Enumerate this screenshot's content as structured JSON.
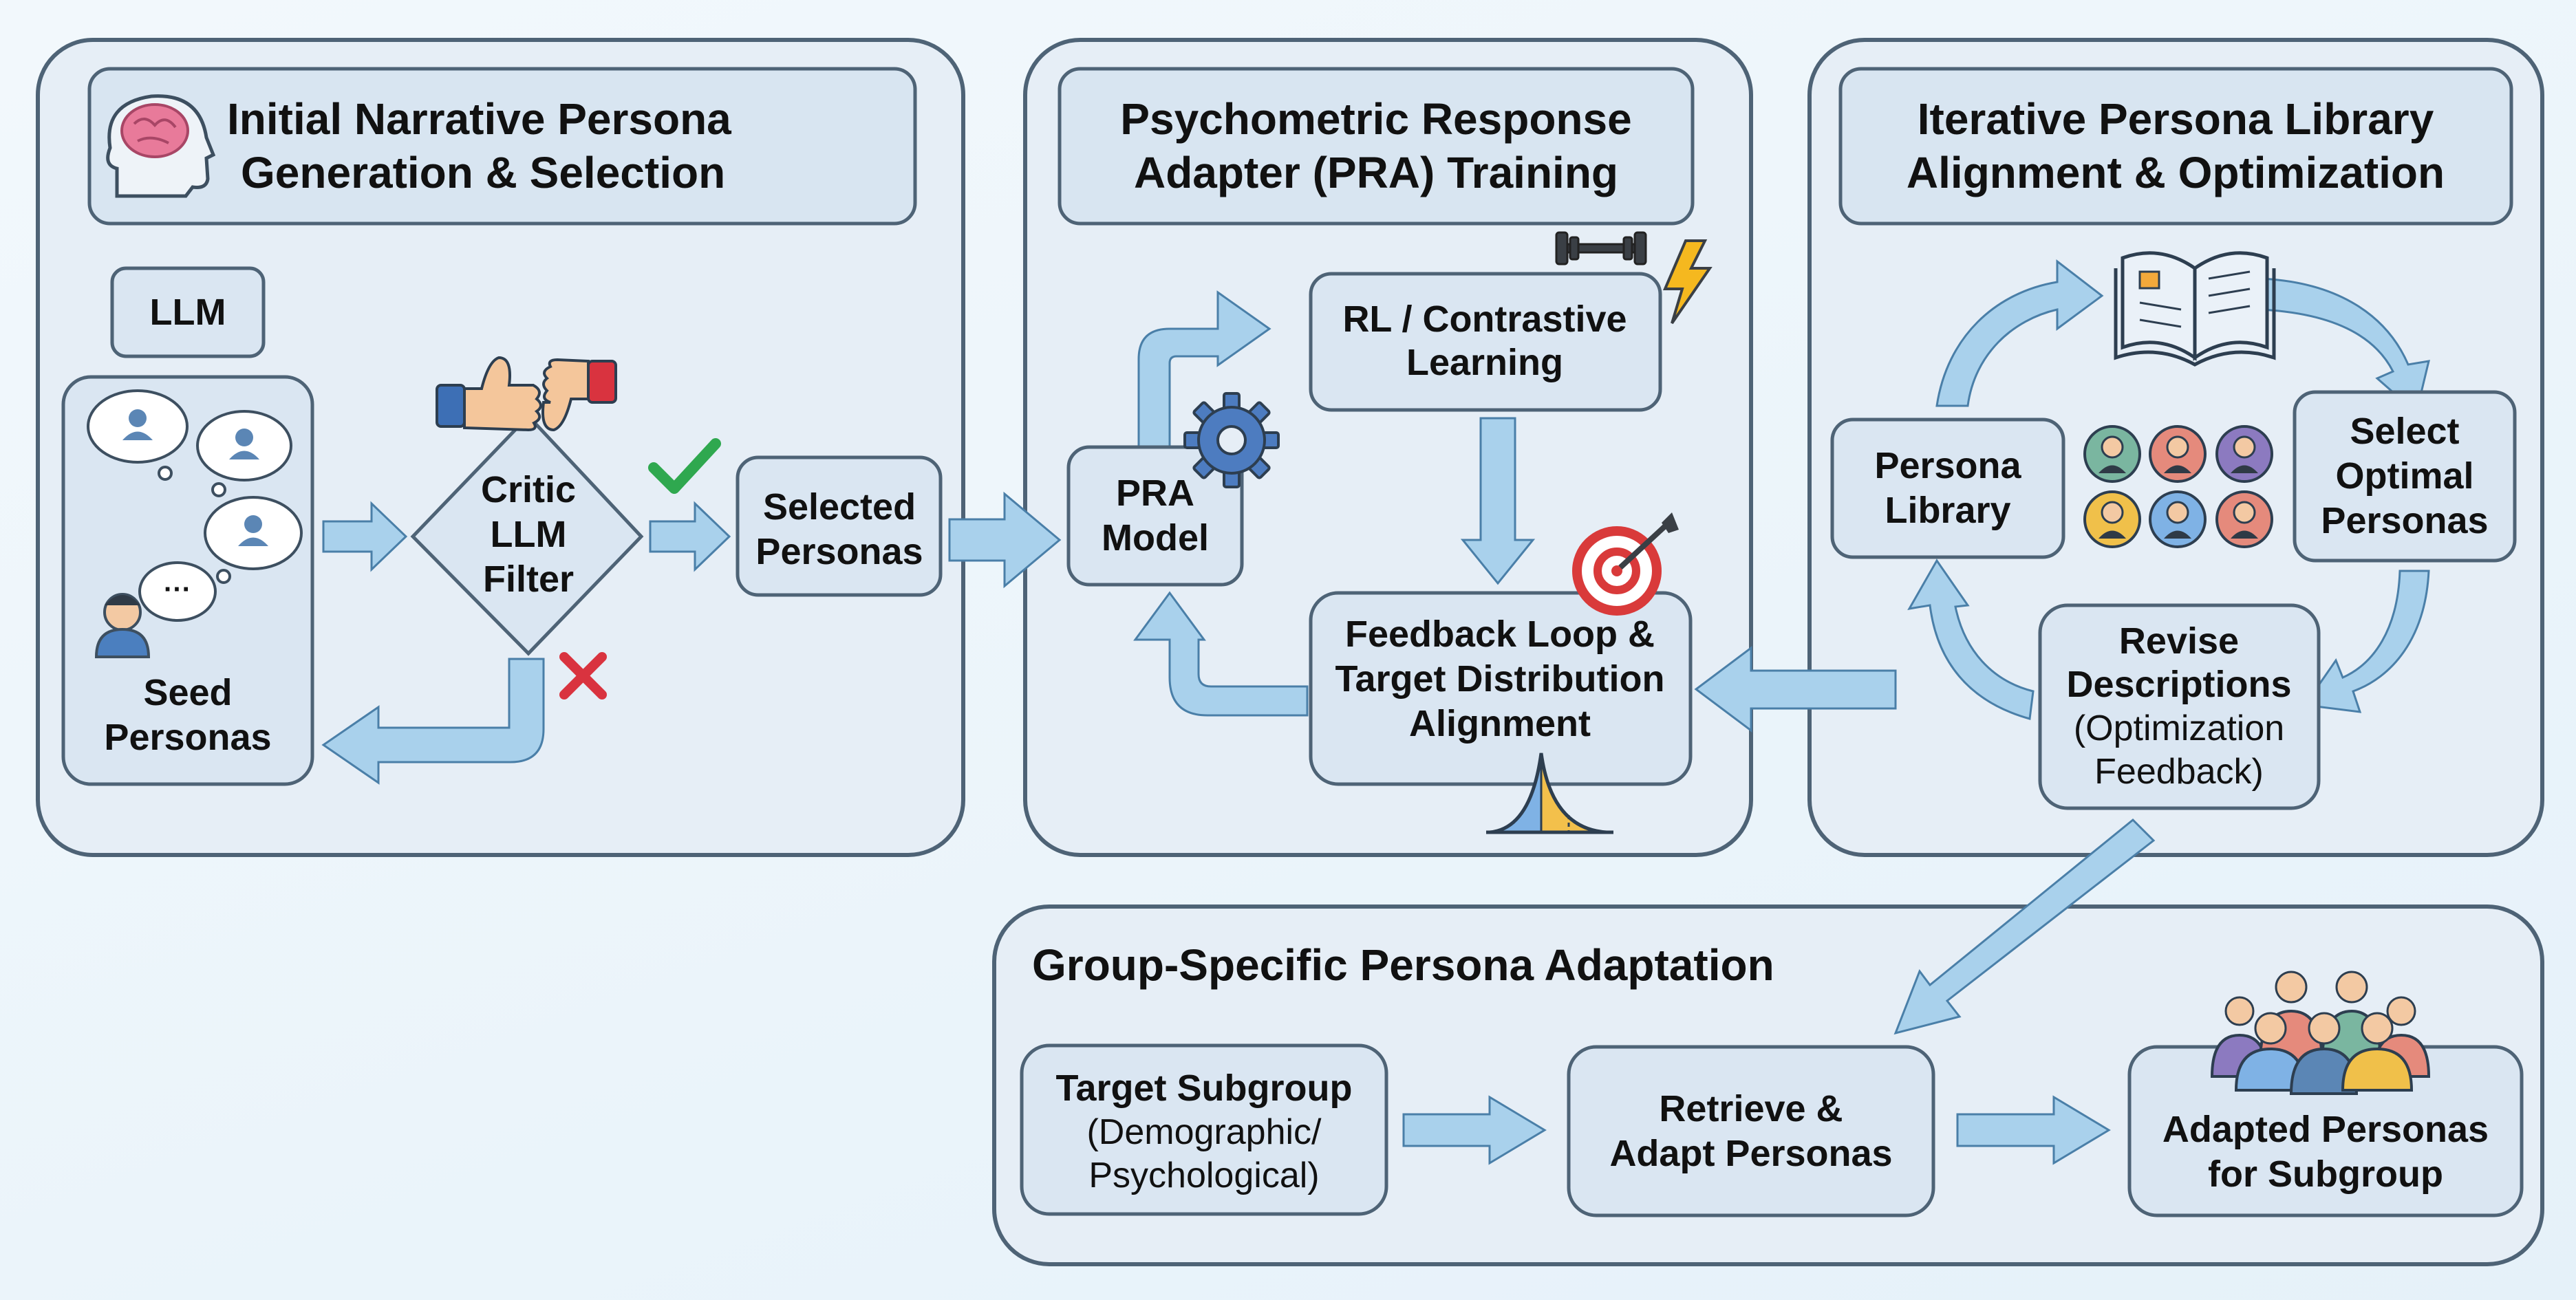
{
  "panels": {
    "initial": {
      "title_line1": "Initial Narrative Persona",
      "title_line2": "Generation & Selection",
      "llm": "LLM",
      "seed_line1": "Seed",
      "seed_line2": "Personas",
      "critic_line1": "Critic",
      "critic_line2": "LLM",
      "critic_line3": "Filter",
      "selected_line1": "Selected",
      "selected_line2": "Personas"
    },
    "pra": {
      "title_line1": "Psychometric Response",
      "title_line2": "Adapter (PRA) Training",
      "model_line1": "PRA",
      "model_line2": "Model",
      "rl_line1": "RL / Contrastive",
      "rl_line2": "Learning",
      "feedback_line1": "Feedback Loop &",
      "feedback_line2": "Target Distribution",
      "feedback_line3": "Alignment"
    },
    "iterative": {
      "title_line1": "Iterative Persona Library",
      "title_line2": "Alignment & Optimization",
      "library_line1": "Persona",
      "library_line2": "Library",
      "select_line1": "Select",
      "select_line2": "Optimal",
      "select_line3": "Personas",
      "revise_line1": "Revise",
      "revise_line2": "Descriptions",
      "revise_line3": "(Optimization",
      "revise_line4": "Feedback)"
    },
    "group": {
      "title": "Group-Specific Persona Adaptation",
      "target_line1": "Target Subgroup",
      "target_line2": "(Demographic/",
      "target_line3": "Psychological)",
      "retrieve_line1": "Retrieve &",
      "retrieve_line2": "Adapt Personas",
      "adapted_line1": "Adapted Personas",
      "adapted_line2": "for Subgroup"
    }
  },
  "icons": {
    "brain_head": "brain-head-icon",
    "thought_bubbles": "thought-bubble-icon",
    "thumbs_up": "thumbs-up-icon",
    "thumbs_down": "thumbs-down-icon",
    "check": "check-icon",
    "cross": "cross-icon",
    "gear": "gear-icon",
    "dumbbell": "dumbbell-icon",
    "lightning": "lightning-icon",
    "target": "target-icon",
    "bell_curve": "bell-curve-icon",
    "book": "open-book-icon",
    "avatars": "persona-avatars-icon",
    "crowd": "people-group-icon"
  },
  "colors": {
    "panel_fill": "#e6eef6",
    "box_fill": "#dae6f2",
    "stroke": "#4e6376",
    "arrow_fill": "#a9d1ec",
    "check_green": "#2fa84f",
    "cross_red": "#d9333f",
    "target_red": "#d93a3a"
  }
}
